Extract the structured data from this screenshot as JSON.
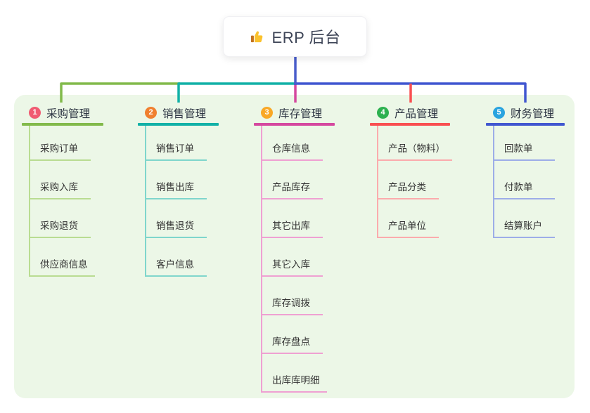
{
  "page": {
    "background": "#ffffff"
  },
  "panel": {
    "background": "#ecf7e7"
  },
  "root": {
    "icon": "thumbs-up-icon",
    "title": "ERP 后台",
    "line_color": "#4a5ecb"
  },
  "branches": [
    {
      "num": "1",
      "label": "采购管理",
      "badge_color": "#f05b72",
      "color": "#82ba4b",
      "light_color": "#b9dc92",
      "children": [
        "采购订单",
        "采购入库",
        "采购退货",
        "供应商信息"
      ]
    },
    {
      "num": "2",
      "label": "销售管理",
      "badge_color": "#f0802f",
      "color": "#12b1a7",
      "light_color": "#7fd6cc",
      "children": [
        "销售订单",
        "销售出库",
        "销售退货",
        "客户信息"
      ]
    },
    {
      "num": "3",
      "label": "库存管理",
      "badge_color": "#f9a826",
      "color": "#d5489f",
      "light_color": "#efa0d2",
      "children": [
        "仓库信息",
        "产品库存",
        "其它出库",
        "其它入库",
        "库存调拨",
        "库存盘点",
        "出库库明细"
      ]
    },
    {
      "num": "4",
      "label": "产品管理",
      "badge_color": "#2db150",
      "color": "#f94f51",
      "light_color": "#fbabad",
      "children": [
        "产品（物料）",
        "产品分类",
        "产品单位"
      ]
    },
    {
      "num": "5",
      "label": "财务管理",
      "badge_color": "#29a4df",
      "color": "#4157d0",
      "light_color": "#9dade8",
      "children": [
        "回款单",
        "付款单",
        "结算账户"
      ]
    }
  ]
}
